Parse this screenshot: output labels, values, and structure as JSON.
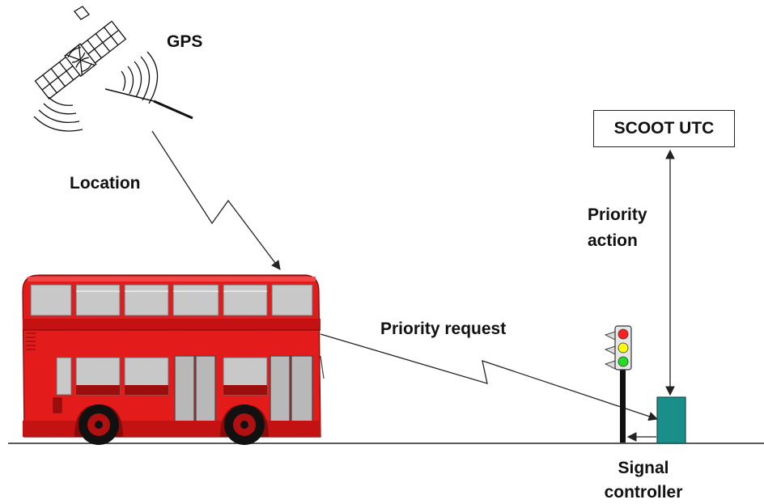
{
  "labels": {
    "gps": "GPS",
    "location": "Location",
    "priority_request": "Priority request",
    "priority_action_line1": "Priority",
    "priority_action_line2": "action",
    "signal_controller_line1": "Signal",
    "signal_controller_line2": "controller",
    "scoot_utc": "SCOOT UTC"
  },
  "colors": {
    "bus_red": "#e31b1b",
    "bus_dark_red": "#9c0d0d",
    "window_grey": "#c8c8c8",
    "controller_teal": "#1a8f8a",
    "light_red": "#ff2020",
    "light_yellow": "#ffff00",
    "light_green": "#22dd22",
    "line": "#222222"
  },
  "icons": {
    "satellite": "satellite-icon",
    "bus": "double-decker-bus-icon",
    "traffic_light": "traffic-light-icon",
    "controller": "signal-controller-box-icon"
  }
}
